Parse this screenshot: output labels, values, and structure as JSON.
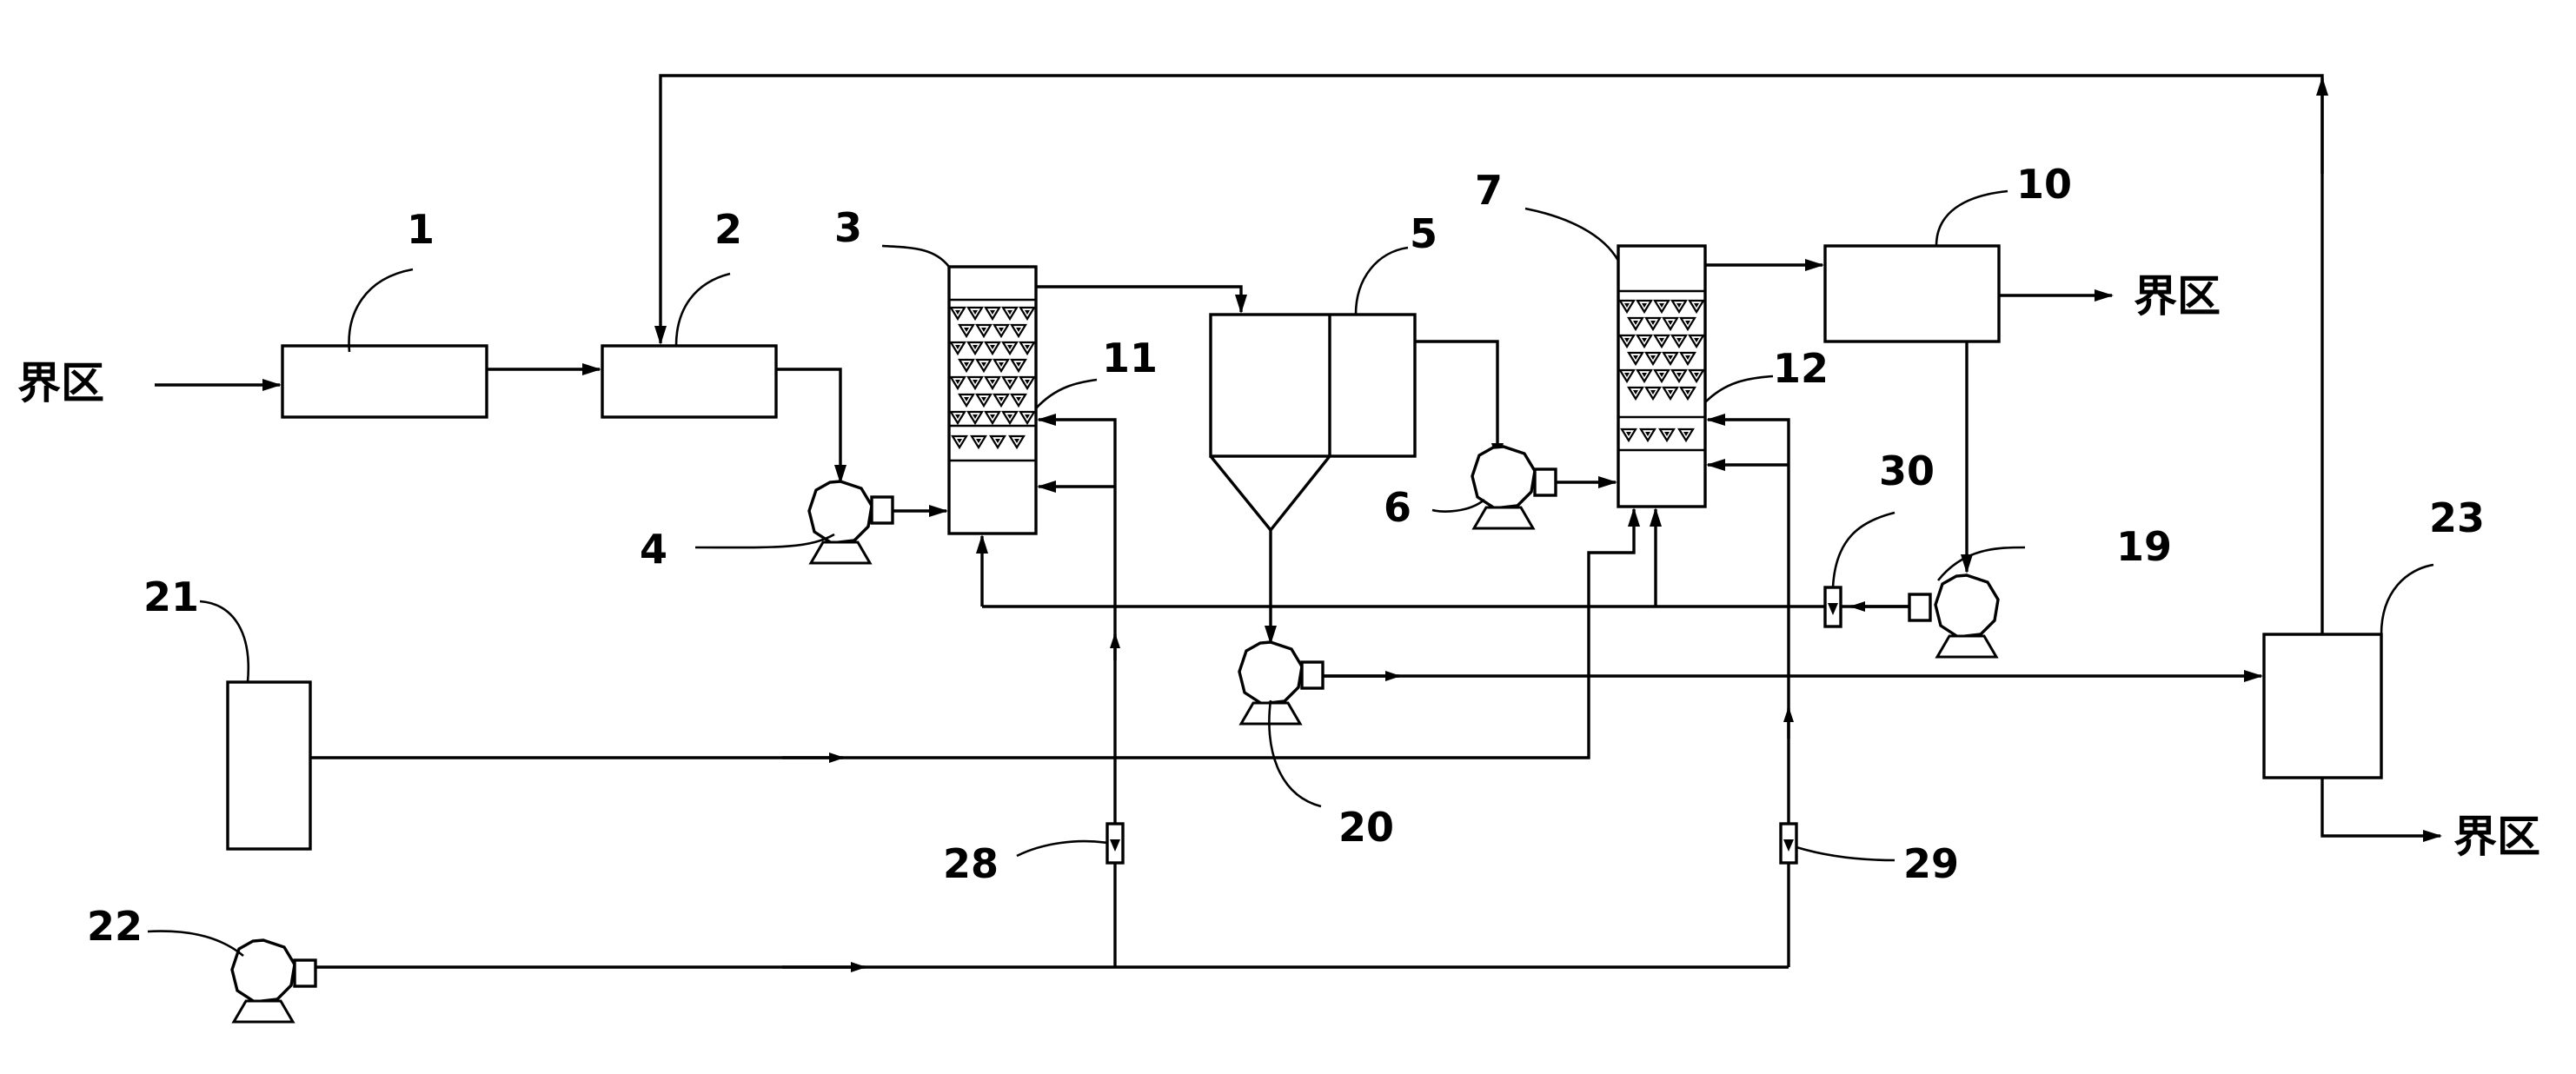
{
  "labels": {
    "boundary": "界区",
    "n1": "1",
    "n2": "2",
    "n3": "3",
    "n4": "4",
    "n5": "5",
    "n6": "6",
    "n7": "7",
    "n10": "10",
    "n11": "11",
    "n12": "12",
    "n19": "19",
    "n20": "20",
    "n21": "21",
    "n22": "22",
    "n23": "23",
    "n28": "28",
    "n29": "29",
    "n30": "30"
  }
}
